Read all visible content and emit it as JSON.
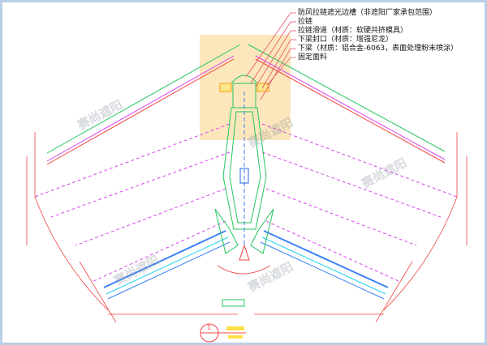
{
  "callouts": [
    "防风拉链遮光边槽（非遮阳厂家承包范围）",
    "拉链",
    "拉链滑道（材质：软硬共挤模具）",
    "下梁封口（材质：增强尼龙）",
    "下梁（材质：铝合金-6063，表面处理粉末喷涂）",
    "固定面料"
  ],
  "detail_marker": {
    "number": "1"
  },
  "watermark": "赛尚遮阳",
  "colors": {
    "highlight": "#fbe3b0",
    "leader": "#e8506a",
    "profile": "#22c55e",
    "fabric": "#d946ef",
    "dimension": "#ef4444",
    "panel": "#3b82f6",
    "frame_border": "#b9cfe6"
  }
}
